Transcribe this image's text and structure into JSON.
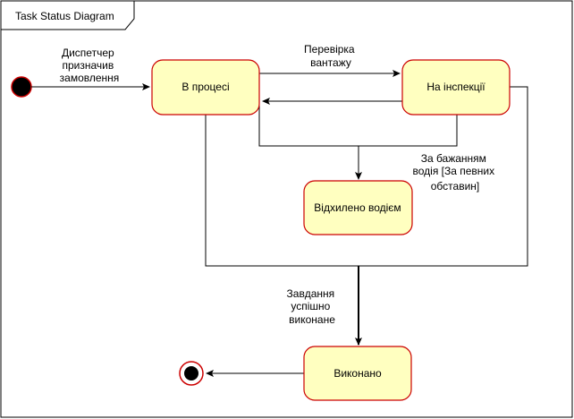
{
  "frame": {
    "title": "Task Status Diagram"
  },
  "states": {
    "in_progress": "В процесі",
    "inspection": "На інспекції",
    "rejected": "Відхилено водієм",
    "done": "Виконано"
  },
  "transitions": {
    "dispatcher_assigned": [
      "Диспетчер",
      "призначив",
      "замовлення"
    ],
    "cargo_check": [
      "Перевірка",
      "вантажу"
    ],
    "driver_request": [
      "За бажанням",
      "водія [За певних",
      "обставин]"
    ],
    "task_completed": [
      "Завдання",
      "успішно",
      "виконане"
    ]
  },
  "colors": {
    "state_fill": "#ffffc0",
    "state_stroke": "#cc0000",
    "initial_fill": "#000000",
    "initial_stroke": "#cc0000",
    "line": "#000000"
  }
}
